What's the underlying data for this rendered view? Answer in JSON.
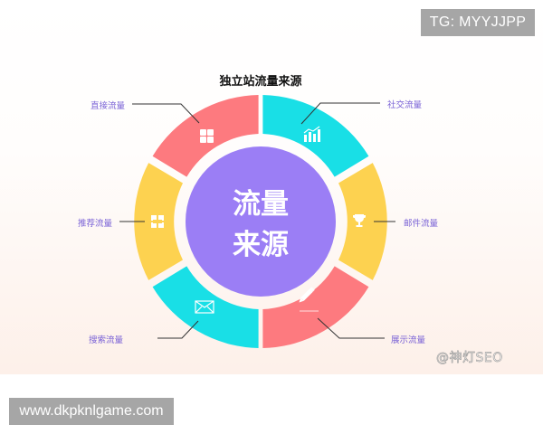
{
  "overlay": {
    "tg_badge": "TG: MYYJJPP",
    "url_badge": "www.dkpknlgame.com"
  },
  "diagram": {
    "title": "独立站流量来源",
    "center": {
      "line1": "流量",
      "line2": "来源",
      "color": "#9b7ef5"
    },
    "segments": [
      {
        "label": "直接流量",
        "icon": "grid-icon",
        "color": "#fd7a7f"
      },
      {
        "label": "社交流量",
        "icon": "chart-growth-icon",
        "color": "#19dfe6"
      },
      {
        "label": "邮件流量",
        "icon": "trophy-icon",
        "color": "#fdd250"
      },
      {
        "label": "展示流量",
        "icon": "pencil-icon",
        "color": "#fd7a7f"
      },
      {
        "label": "搜索流量",
        "icon": "envelope-icon",
        "color": "#19dfe6"
      },
      {
        "label": "推荐流量",
        "icon": "apps-icon",
        "color": "#fdd250"
      }
    ],
    "label_color": "#7a62d6",
    "watermark": "@神灯SEO"
  }
}
